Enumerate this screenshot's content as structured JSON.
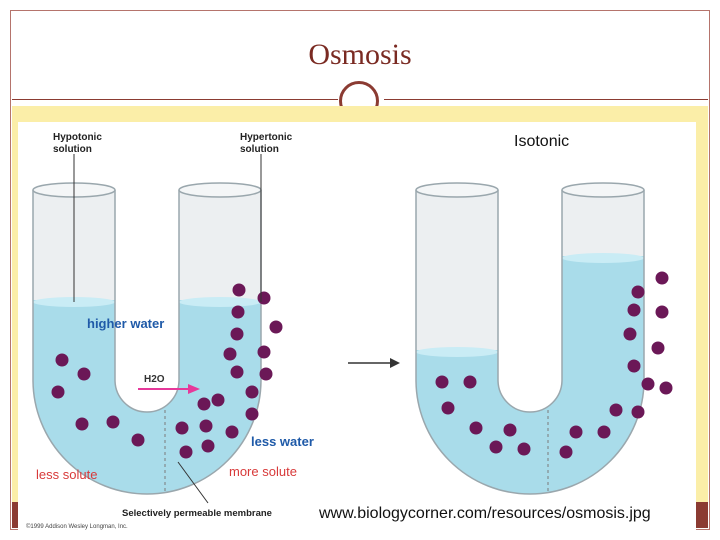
{
  "slide": {
    "title": "Osmosis",
    "source_url": "www.biologycorner.com/resources/osmosis.jpg"
  },
  "diagram": {
    "label_hypotonic": "Hypotonic solution",
    "label_hypotonic_l1": "Hypotonic",
    "label_hypotonic_l2": "solution",
    "label_hypertonic_l1": "Hypertonic",
    "label_hypertonic_l2": "solution",
    "label_isotonic": "Isotonic",
    "label_higher_water": "higher water",
    "label_h2o": "H2O",
    "label_less_water": "less water",
    "label_less_solute": "less solute",
    "label_more_solute": "more solute",
    "label_membrane": "Selectively permeable membrane",
    "copyright": "©1999 Addison Wesley Longman, Inc."
  },
  "colors": {
    "title": "#7a2a22",
    "accent": "#8b3b32",
    "background_band": "#fbeea8",
    "water": "#a9dcea",
    "solute": "#6b1857",
    "arrow_h2o": "#e6389a",
    "label_blue": "#1f5aa8",
    "label_red": "#d83a3a"
  }
}
